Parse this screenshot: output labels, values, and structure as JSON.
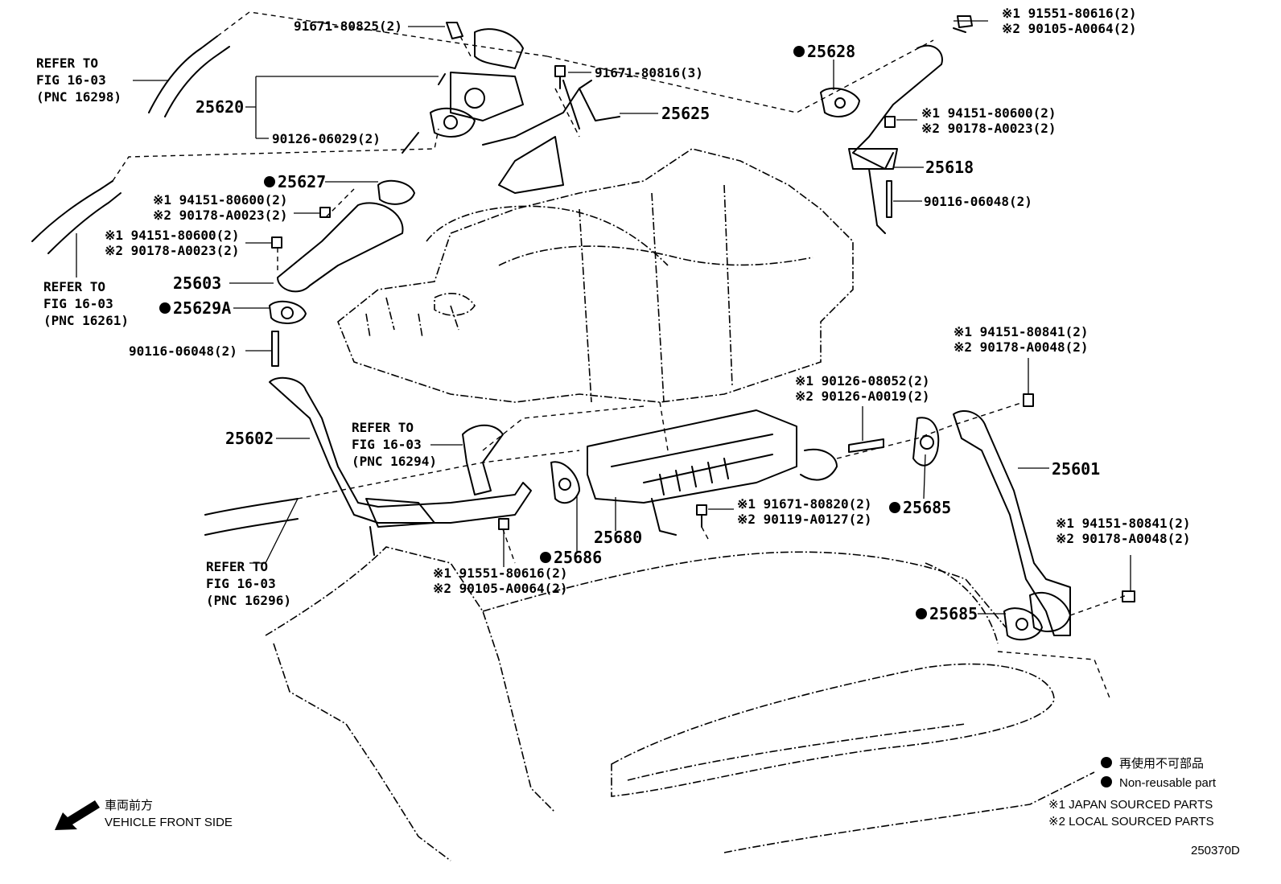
{
  "labels": {
    "p91671_80825": "91671-80825(2)",
    "p25620": "25620",
    "p90126_06029": "90126-06029(2)",
    "p91671_80816": "91671-80816(3)",
    "p25625": "25625",
    "p25628": "25628",
    "p25618": "25618",
    "p90116_06048_r": "90116-06048(2)",
    "p25627": "25627",
    "p25603": "25603",
    "p25629A": "25629A",
    "p90116_06048_l": "90116-06048(2)",
    "p25602": "25602",
    "p25601": "25601",
    "p25680": "25680",
    "p25686": "25686",
    "p25685_a": "25685",
    "p25685_b": "25685"
  },
  "multi_labels": {
    "top_right_bolt": [
      "※1 91551-80616(2)",
      "※2 90105-A0064(2)"
    ],
    "r_nut_1": [
      "※1 94151-80600(2)",
      "※2 90178-A0023(2)"
    ],
    "l_nut_1": [
      "※1 94151-80600(2)",
      "※2 90178-A0023(2)"
    ],
    "l_nut_2": [
      "※1 94151-80600(2)",
      "※2 90178-A0023(2)"
    ],
    "r_nut_2": [
      "※1  94151-80841(2)",
      "※2  90178-A0048(2)"
    ],
    "r_stud": [
      "※1 90126-08052(2)",
      "※2 90126-A0019(2)"
    ],
    "mid_bolt": [
      "※1 91671-80820(2)",
      "※2 90119-A0127(2)"
    ],
    "low_bolt": [
      "※1 91551-80616(2)",
      "※2 90105-A0064(2)"
    ],
    "r_nut_3": [
      "※1  94151-80841(2)",
      "※2  90178-A0048(2)"
    ]
  },
  "refer": {
    "r1": [
      "REFER TO",
      "FIG 16-03",
      "(PNC 16298)"
    ],
    "r2": [
      "REFER TO",
      "FIG 16-03",
      "(PNC 16261)"
    ],
    "r3": [
      "REFER TO",
      "FIG 16-03",
      "(PNC 16294)"
    ],
    "r4": [
      "REFER TO",
      "FIG 16-03",
      "(PNC 16296)"
    ]
  },
  "legend": {
    "jp_nonreusable": "再使用不可部品",
    "en_nonreusable": "Non-reusable part",
    "japan": "※1 JAPAN SOURCED PARTS",
    "local": "※2 LOCAL SOURCED PARTS"
  },
  "direction": {
    "jp": "車両前方",
    "en": "VEHICLE FRONT SIDE"
  },
  "figure_code": "250370D"
}
